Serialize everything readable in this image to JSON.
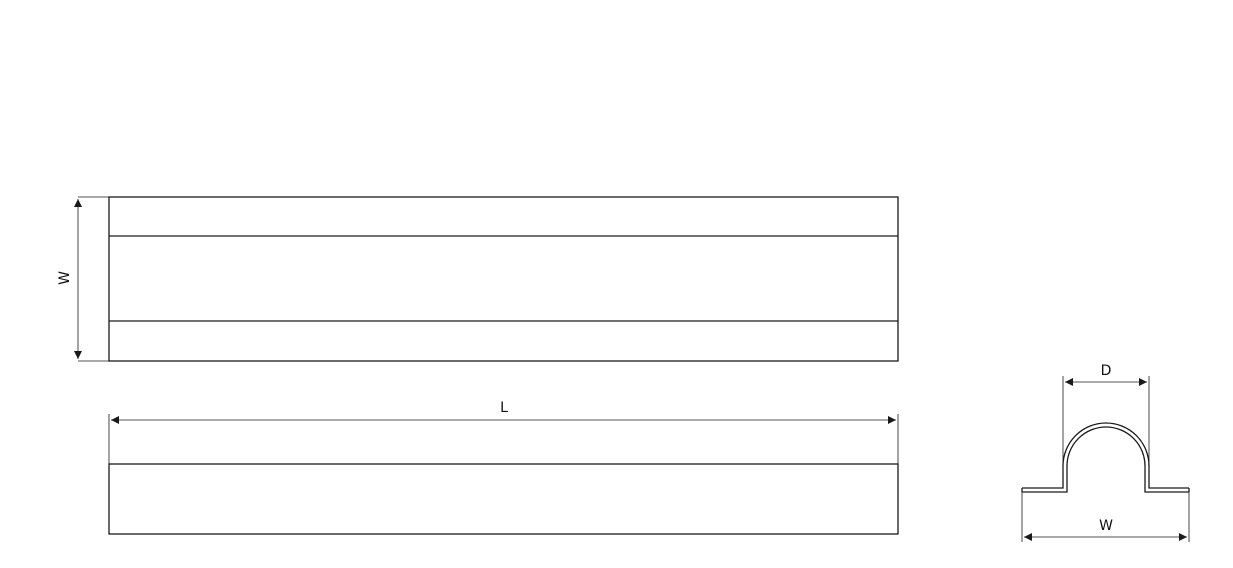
{
  "drawing": {
    "top_view": {
      "width_label": "W"
    },
    "side_view": {
      "length_label": "L"
    },
    "profile_view": {
      "diameter_label": "D",
      "width_label": "W"
    },
    "line_color": "#1a1a1a",
    "background": "#ffffff"
  }
}
